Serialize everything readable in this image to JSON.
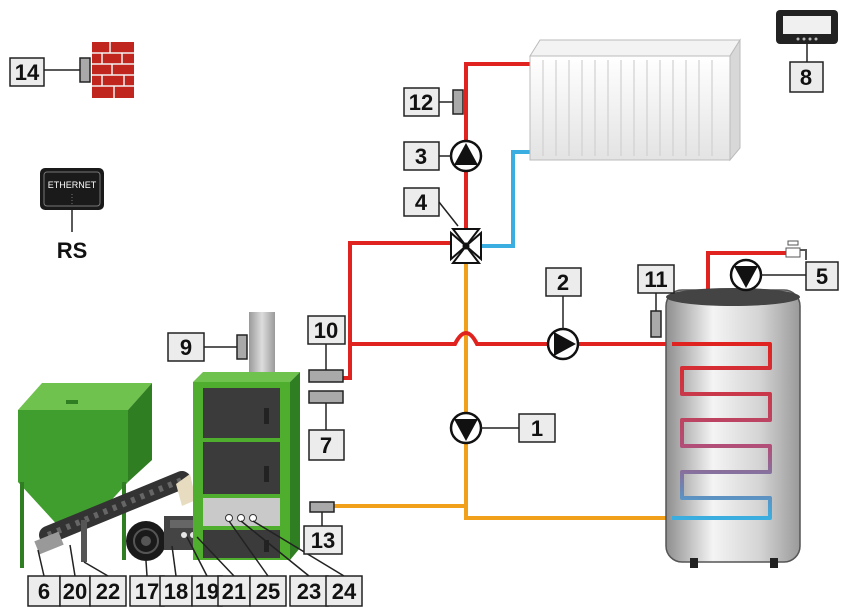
{
  "labels": {
    "l1": "1",
    "l2": "2",
    "l3": "3",
    "l4": "4",
    "l5": "5",
    "l7": "7",
    "l8": "8",
    "l9": "9",
    "l10": "10",
    "l11": "11",
    "l12": "12",
    "l13": "13",
    "l14": "14",
    "lrs": "RS"
  },
  "bottom_labels": [
    "6",
    "20",
    "22",
    "17",
    "18",
    "19",
    "21",
    "25",
    "23",
    "24"
  ],
  "ethernet_module": {
    "text": "ETHERNET"
  },
  "colors": {
    "hot_pipe": "#e0231e",
    "return_pipe": "#3aaee0",
    "mixed_pipe": "#f0a01a",
    "boiler_green": "#4fae2e",
    "brick": "#c0261d"
  }
}
